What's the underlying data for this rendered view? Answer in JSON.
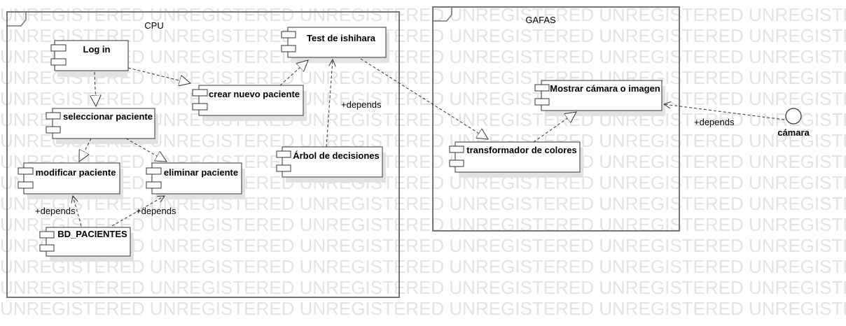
{
  "watermark": "UNREGISTERED UNREGISTERED UNREGISTERED UNREGISTERED UNREGISTERED UNREGISTERED UNREGISTERED",
  "packages": {
    "cpu": {
      "label": "CPU"
    },
    "gafas": {
      "label": "GAFAS"
    }
  },
  "components": {
    "login": {
      "label": "Log in"
    },
    "seleccionar": {
      "label": "seleccionar paciente"
    },
    "modificar": {
      "label": "modificar paciente"
    },
    "eliminar": {
      "label": "eliminar paciente"
    },
    "bd": {
      "label": "BD_PACIENTES"
    },
    "crear": {
      "label": "crear nuevo paciente"
    },
    "test": {
      "label": "Test de ishihara"
    },
    "arbol": {
      "label": "Árbol de decisiones"
    },
    "mostrar": {
      "label": "Mostrar cámara o imagen"
    },
    "transformador": {
      "label": "transformador de colores"
    }
  },
  "interface": {
    "camara": {
      "label": "cámara"
    }
  },
  "dependency_label": "+depends",
  "colors": {
    "line": "#333333",
    "watermark": "#e3e3e3",
    "frame": "#777777"
  }
}
